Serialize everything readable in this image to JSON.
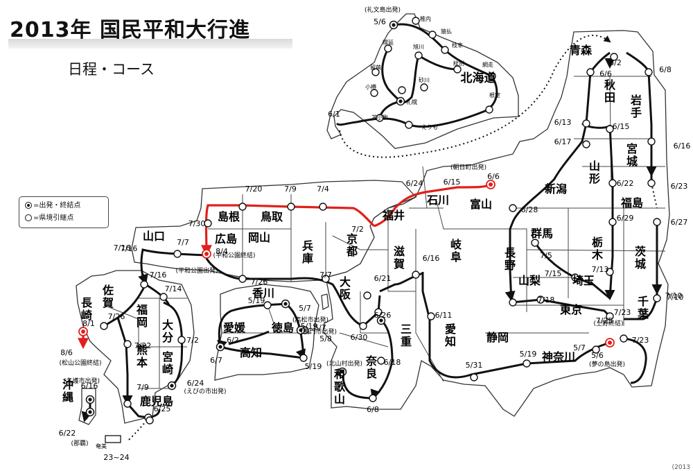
{
  "header": {
    "title": "2013年 国民平和大行進",
    "subtitle": "日程・コース"
  },
  "legend": {
    "start_end": "=出発・終結点",
    "boundary": "=県境引継点"
  },
  "regions": [
    {
      "id": "hokkaido",
      "name": "北海道"
    },
    {
      "id": "aomori",
      "name": "青森"
    },
    {
      "id": "akita",
      "name": "秋田"
    },
    {
      "id": "iwate",
      "name": "岩手"
    },
    {
      "id": "yamagata",
      "name": "山形"
    },
    {
      "id": "miyagi",
      "name": "宮城"
    },
    {
      "id": "niigata",
      "name": "新潟"
    },
    {
      "id": "fukushima",
      "name": "福島"
    },
    {
      "id": "gunma",
      "name": "群馬"
    },
    {
      "id": "tochigi",
      "name": "栃木"
    },
    {
      "id": "ibaraki",
      "name": "茨城"
    },
    {
      "id": "nagano",
      "name": "長野"
    },
    {
      "id": "saitama",
      "name": "埼玉"
    },
    {
      "id": "yamanashi",
      "name": "山梨"
    },
    {
      "id": "tokyo",
      "name": "東京"
    },
    {
      "id": "chiba",
      "name": "千葉"
    },
    {
      "id": "kanagawa",
      "name": "神奈川"
    },
    {
      "id": "shizuoka",
      "name": "静岡"
    },
    {
      "id": "aichi",
      "name": "愛知"
    },
    {
      "id": "gifu",
      "name": "岐阜"
    },
    {
      "id": "toyama",
      "name": "富山"
    },
    {
      "id": "ishikawa",
      "name": "石川"
    },
    {
      "id": "fukui",
      "name": "福井"
    },
    {
      "id": "shiga",
      "name": "滋賀"
    },
    {
      "id": "mie",
      "name": "三重"
    },
    {
      "id": "kyoto",
      "name": "京都"
    },
    {
      "id": "osaka",
      "name": "大阪"
    },
    {
      "id": "nara",
      "name": "奈良"
    },
    {
      "id": "wakayama",
      "name": "和歌山"
    },
    {
      "id": "hyogo",
      "name": "兵庫"
    },
    {
      "id": "tottori",
      "name": "鳥取"
    },
    {
      "id": "shimane",
      "name": "島根"
    },
    {
      "id": "okayama",
      "name": "岡山"
    },
    {
      "id": "hiroshima",
      "name": "広島"
    },
    {
      "id": "yamaguchi",
      "name": "山口"
    },
    {
      "id": "kagawa",
      "name": "香川"
    },
    {
      "id": "ehime",
      "name": "愛媛"
    },
    {
      "id": "tokushima",
      "name": "徳島"
    },
    {
      "id": "kochi",
      "name": "高知"
    },
    {
      "id": "fukuoka",
      "name": "福岡"
    },
    {
      "id": "saga",
      "name": "佐賀"
    },
    {
      "id": "nagasaki",
      "name": "長崎"
    },
    {
      "id": "oita",
      "name": "大分"
    },
    {
      "id": "kumamoto",
      "name": "熊本"
    },
    {
      "id": "miyazaki",
      "name": "宮崎"
    },
    {
      "id": "kagoshima",
      "name": "鹿児島"
    },
    {
      "id": "okinawa",
      "name": "沖縄"
    }
  ],
  "places": [
    {
      "id": "wakkanai",
      "name": "稚内"
    },
    {
      "id": "sarufutsu",
      "name": "猿払"
    },
    {
      "id": "esashi",
      "name": "枝幸"
    },
    {
      "id": "monbetsu",
      "name": "紋別"
    },
    {
      "id": "asahikawa",
      "name": "旭川"
    },
    {
      "id": "horonobe",
      "name": "幌延"
    },
    {
      "id": "rumoi",
      "name": "留萌"
    },
    {
      "id": "abashiri",
      "name": "網走"
    },
    {
      "id": "otaru",
      "name": "小樽"
    },
    {
      "id": "sunagawa",
      "name": "砂川"
    },
    {
      "id": "sapporo",
      "name": "札幌"
    },
    {
      "id": "nemuro",
      "name": "根室"
    },
    {
      "id": "tomakomai",
      "name": "苫小牧"
    },
    {
      "id": "erimo",
      "name": "えりも"
    },
    {
      "id": "amami",
      "name": "奄美"
    }
  ],
  "dates": [
    "5/6",
    "6/1",
    "6/2",
    "6/8",
    "6/6",
    "6/13",
    "6/15",
    "6/17",
    "6/16",
    "6/22",
    "6/23",
    "6/29",
    "6/27",
    "6/28",
    "7/5",
    "7/13",
    "7/10",
    "7/15",
    "7/18",
    "7/23",
    "7/23",
    "7/25",
    "5/6",
    "5/7",
    "5/19",
    "6/6",
    "6/15",
    "6/24",
    "7/2",
    "7/4",
    "7/9",
    "7/20",
    "7/30",
    "8/4",
    "7/7",
    "7/16",
    "7/16",
    "7/26",
    "7/7",
    "6/21",
    "6/16",
    "6/26",
    "6/11",
    "6/30",
    "6/18",
    "5/31",
    "5/8",
    "6/8",
    "5/19",
    "5/7",
    "5/7",
    "5/19",
    "6/2",
    "6/7",
    "5/19",
    "7/16",
    "7/14",
    "8/1",
    "7/26",
    "7/22",
    "7/2",
    "7/9",
    "6/24",
    "6/25",
    "8/6",
    "6/16",
    "6/22",
    "23~24",
    "7/10"
  ],
  "notes": [
    "(礼文島出発)",
    "(朝日町出発)",
    "(平和公園終結)",
    "(平和公園出発)",
    "(上野終結)",
    "(夢の島出発)",
    "(高松市出発)",
    "(鳴門市出発)",
    "(北山村出発)",
    "(松山公園終結)",
    "(えびの市出発)",
    "(名護市出発)",
    "(那覇)"
  ],
  "colors": {
    "route": "#111111",
    "route_red": "#e0201c",
    "border": "#333333",
    "title_bar": "#d9d9d9"
  },
  "copyright": "(2013"
}
